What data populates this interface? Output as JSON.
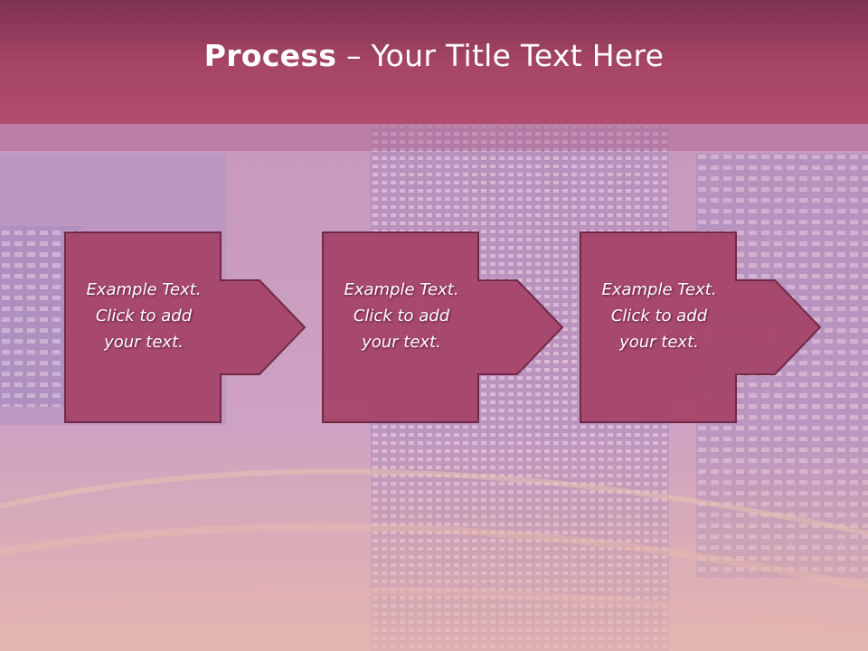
{
  "slide": {
    "title_bold": "Process",
    "title_rest": " – Your Title Text Here"
  },
  "steps": [
    {
      "line1": "Example Text.",
      "line2": "Click  to add",
      "line3": "your text."
    },
    {
      "line1": "Example Text.",
      "line2": "Click  to add",
      "line3": "your text."
    },
    {
      "line1": "Example Text.",
      "line2": "Click  to add",
      "line3": "your text."
    }
  ],
  "colors": {
    "title_bar": "#a84668",
    "step_fill": "#a6456a",
    "step_stroke": "#6e2340",
    "text": "#ffffff"
  }
}
